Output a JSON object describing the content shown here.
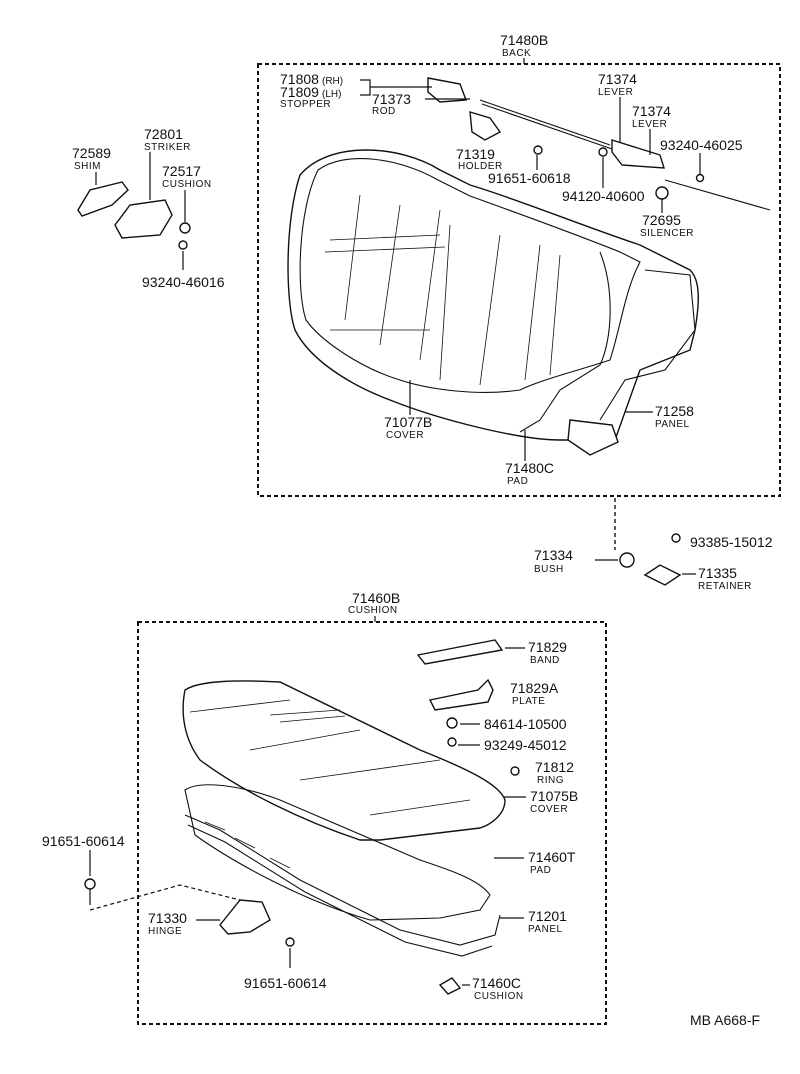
{
  "groups": {
    "back": {
      "number": "71480B",
      "name": "BACK"
    },
    "cushion": {
      "number": "71460B",
      "name": "CUSHION"
    }
  },
  "labels": {
    "stopper_rh": {
      "number": "71808",
      "suffix": "(RH)"
    },
    "stopper_lh": {
      "number": "71809",
      "suffix": "(LH)",
      "name": "STOPPER"
    },
    "rod": {
      "number": "71373",
      "name": "ROD"
    },
    "holder": {
      "number": "71319",
      "name": "HOLDER"
    },
    "bolt_91651_60618": {
      "number": "91651-60618"
    },
    "lever_1": {
      "number": "71374",
      "name": "LEVER"
    },
    "lever_2": {
      "number": "71374",
      "name": "LEVER"
    },
    "screw_93240_46025": {
      "number": "93240-46025"
    },
    "nut_94120_40600": {
      "number": "94120-40600"
    },
    "silencer": {
      "number": "72695",
      "name": "SILENCER"
    },
    "shim": {
      "number": "72589",
      "name": "SHIM"
    },
    "striker": {
      "number": "72801",
      "name": "STRIKER"
    },
    "cushion_small": {
      "number": "72517",
      "name": "CUSHION"
    },
    "screw_93240_46016": {
      "number": "93240-46016"
    },
    "back_cover": {
      "number": "71077B",
      "name": "COVER"
    },
    "back_pad": {
      "number": "71480C",
      "name": "PAD"
    },
    "back_panel": {
      "number": "71258",
      "name": "PANEL"
    },
    "bush": {
      "number": "71334",
      "name": "BUSH"
    },
    "screw_93385_15012": {
      "number": "93385-15012"
    },
    "retainer": {
      "number": "71335",
      "name": "RETAINER"
    },
    "band": {
      "number": "71829",
      "name": "BAND"
    },
    "plate": {
      "number": "71829A",
      "name": "PLATE"
    },
    "nut_84614_10500": {
      "number": "84614-10500"
    },
    "bolt_93249_45012": {
      "number": "93249-45012"
    },
    "ring": {
      "number": "71812",
      "name": "RING"
    },
    "cushion_cover": {
      "number": "71075B",
      "name": "COVER"
    },
    "cushion_pad": {
      "number": "71460T",
      "name": "PAD"
    },
    "cushion_panel": {
      "number": "71201",
      "name": "PANEL"
    },
    "hinge": {
      "number": "71330",
      "name": "HINGE"
    },
    "bolt_91651_60614_a": {
      "number": "91651-60614"
    },
    "bolt_91651_60614_b": {
      "number": "91651-60614"
    },
    "cushion_71460c": {
      "number": "71460C",
      "name": "CUSHION"
    }
  },
  "drawing_code": "MB A668-F"
}
